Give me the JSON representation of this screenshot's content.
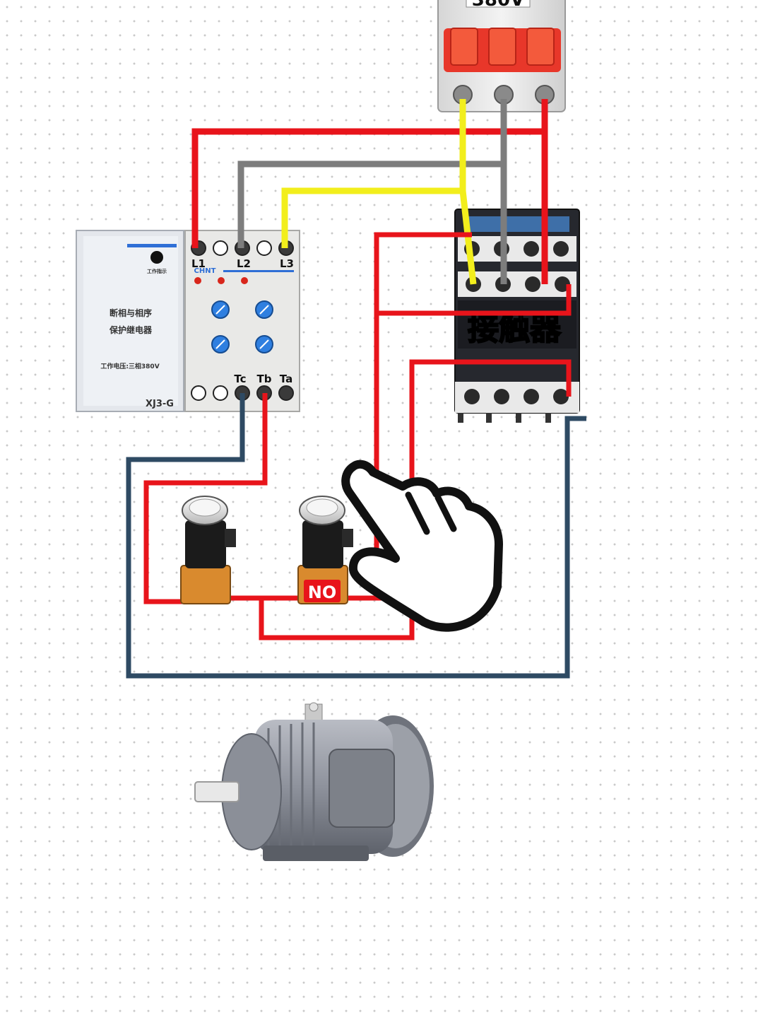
{
  "breaker": {
    "voltage_label": "380V"
  },
  "relay": {
    "title_line1": "断相与相序",
    "title_line2": "保护继电器",
    "work_voltage": "工作电压:三相380V",
    "indicator_label": "工作指示",
    "model": "XJ3-G",
    "brand": "CHNT",
    "terminals_top": [
      "L1",
      "L2",
      "L3"
    ],
    "terminals_bottom": [
      "Tc",
      "Tb",
      "Ta"
    ]
  },
  "contactor": {
    "label": "接触器"
  },
  "buttons": {
    "no_label": "NO"
  },
  "colors": {
    "phase_l1": "#e8141b",
    "phase_l2": "#7d7d7d",
    "phase_l3": "#f2ee1c",
    "control_red": "#e8141b",
    "return_wire": "#2e4a63"
  },
  "icons": [
    "hand-pointer-icon",
    "motor-icon",
    "circuit-breaker-icon"
  ]
}
